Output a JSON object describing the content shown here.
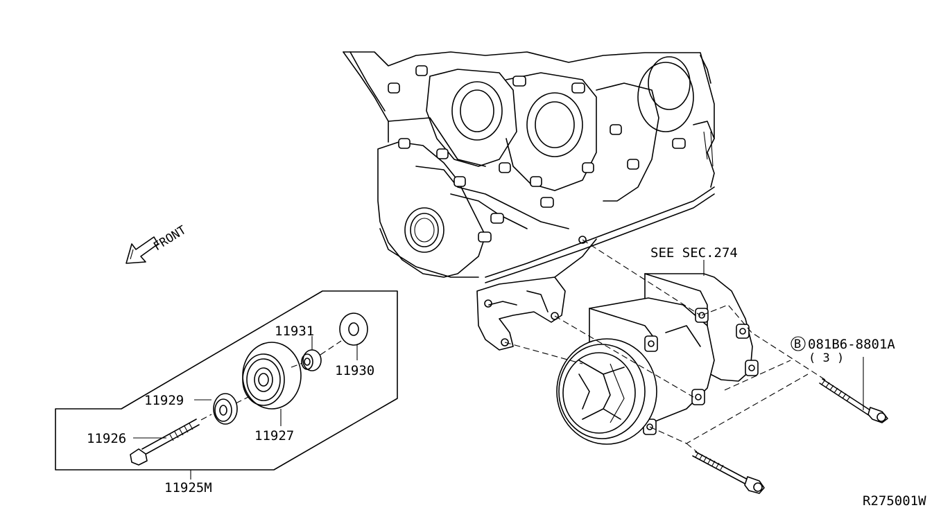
{
  "front_label": "FRONT",
  "section_ref": "SEE SEC.274",
  "bolt_circle_letter": "B",
  "bolt_part": "081B6-8801A",
  "bolt_qty": "( 3 )",
  "parts": {
    "p11931": "11931",
    "p11930": "11930",
    "p11929": "11929",
    "p11927": "11927",
    "p11926": "11926",
    "p11925M": "11925M"
  },
  "diagram_code": "R275001W"
}
